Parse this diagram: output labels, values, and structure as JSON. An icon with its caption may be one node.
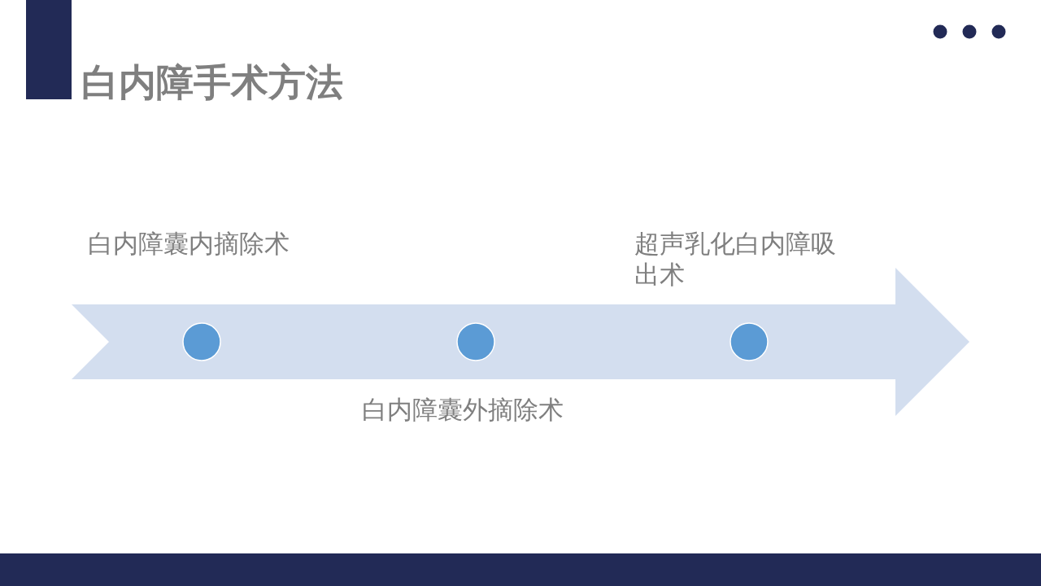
{
  "diagram": {
    "title": "白内障手术方法",
    "nodes": [
      {
        "text": [],
        "shape": "circle",
        "beside": [
          "白内障囊内摘除术"
        ]
      },
      {
        "text": [],
        "shape": "circle",
        "beside": [
          "白内障囊外摘除术"
        ]
      },
      {
        "text": [],
        "shape": "circle",
        "beside": [
          "超声乳化白内障吸出术"
        ]
      }
    ]
  }
}
